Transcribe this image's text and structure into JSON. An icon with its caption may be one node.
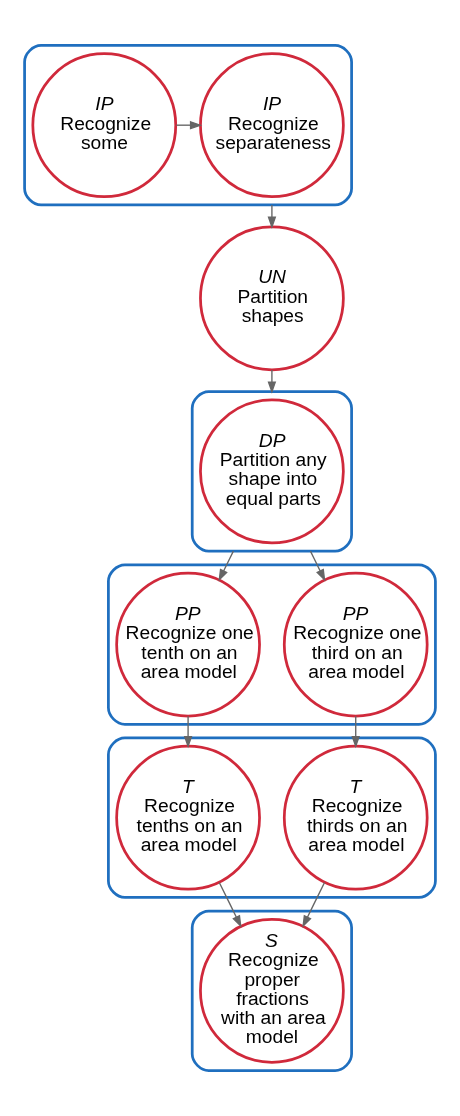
{
  "diagram": {
    "nodes": [
      {
        "text": [],
        "shape": "box"
      },
      {
        "text": [
          "IP",
          "Recognize some"
        ],
        "in": 0
      },
      {
        "text": [
          "IP",
          "Recognize separateness"
        ],
        "in": 0
      },
      {
        "text": [
          "UN",
          "Partition shapes"
        ]
      },
      {
        "text": [],
        "shape": "box"
      },
      {
        "text": [
          "DP",
          "Partition any shape into equal parts"
        ],
        "in": 4
      },
      {
        "text": [],
        "shape": "box"
      },
      {
        "text": [
          "PP",
          "Recognize one third on an area model"
        ],
        "in": 6
      },
      {
        "text": [
          "PP",
          "Recognize one tenth on an area model"
        ],
        "in": 6
      },
      {
        "text": [],
        "shape": "box"
      },
      {
        "text": [
          "T",
          "Recognize thirds on an area model"
        ],
        "in": 9
      },
      {
        "text": [
          "T",
          "Recognize tenths on an area model"
        ],
        "in": 9
      },
      {
        "text": [],
        "shape": "box"
      },
      {
        "text": [
          "S",
          "Recognize proper fractions with an area model"
        ],
        "in": 12
      }
    ],
    "edges": [
      {
        "from": 1,
        "to": 2,
        "arrow": "to"
      },
      {
        "from": 0,
        "to": 3,
        "arrow": "to"
      },
      {
        "from": 3,
        "to": 4,
        "arrow": "to"
      },
      {
        "from": 4,
        "to": 7,
        "arrow": "to"
      },
      {
        "from": 4,
        "to": 8,
        "arrow": "to"
      },
      {
        "from": 7,
        "to": 10,
        "arrow": "to"
      },
      {
        "from": 8,
        "to": 11,
        "arrow": "to"
      },
      {
        "from": 10,
        "to": 13,
        "arrow": "to"
      },
      {
        "from": 11,
        "to": 13,
        "arrow": "to"
      }
    ]
  }
}
